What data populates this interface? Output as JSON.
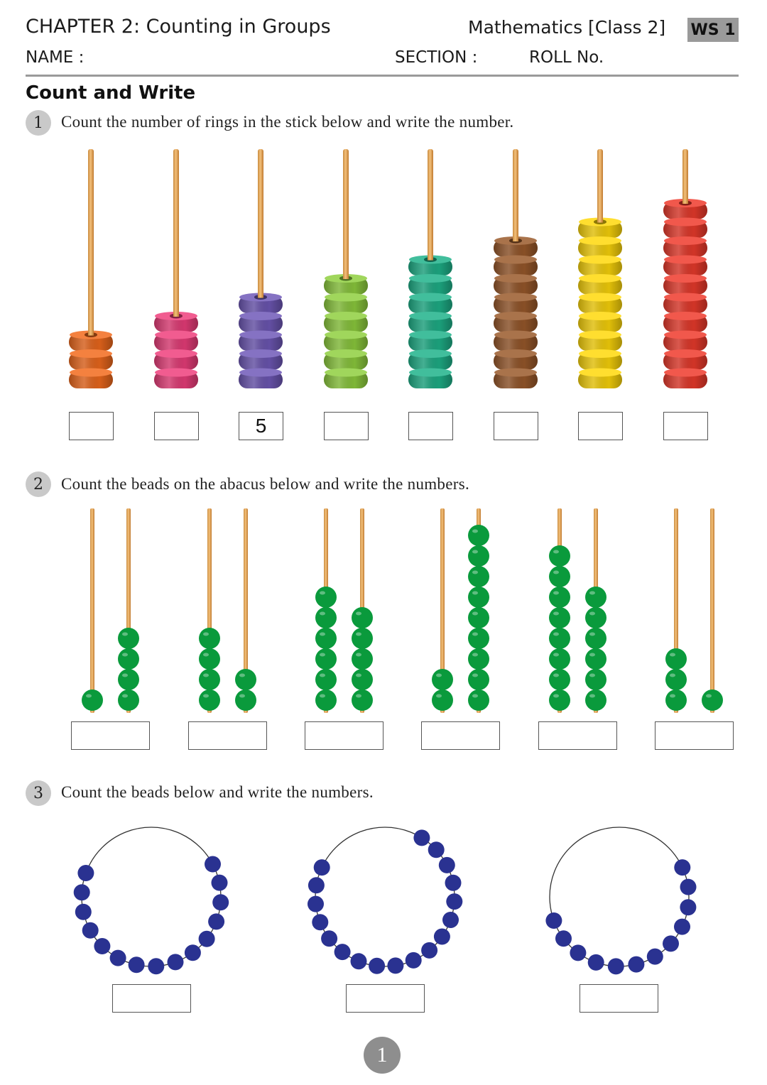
{
  "header": {
    "chapter": "CHAPTER 2: Counting in Groups",
    "subject": "Mathematics  [Class 2]",
    "worksheet": "WS 1",
    "name_label": "NAME :",
    "section_label": "SECTION :",
    "roll_label": "ROLL No."
  },
  "section_title": "Count and Write",
  "q1": {
    "number": "1",
    "text": "Count the number of rings in the stick below and write the number.",
    "ring_colors": [
      "#f26b1d",
      "#ee3f7c",
      "#6f59b8",
      "#8fcf3f",
      "#1fb38b",
      "#9a5a2b",
      "#ffd80a",
      "#ee3b2c"
    ],
    "ring_counts": [
      3,
      4,
      5,
      6,
      7,
      8,
      9,
      10
    ],
    "answers": [
      "",
      "",
      "5",
      "",
      "",
      "",
      "",
      ""
    ]
  },
  "q2": {
    "number": "2",
    "text": "Count the beads on the abacus below and write the numbers.",
    "bead_color": "#0a9a3c",
    "abacuses": [
      {
        "tens": 1,
        "ones": 4
      },
      {
        "tens": 4,
        "ones": 2
      },
      {
        "tens": 6,
        "ones": 5
      },
      {
        "tens": 2,
        "ones": 9
      },
      {
        "tens": 8,
        "ones": 6
      },
      {
        "tens": 3,
        "ones": 1
      }
    ],
    "answers": [
      "",
      "",
      "",
      "",
      "",
      ""
    ]
  },
  "q3": {
    "number": "3",
    "text": "Count the beads below and write the numbers.",
    "bead_color": "#2a3291",
    "strings": [
      {
        "beads": 15
      },
      {
        "beads": 18
      },
      {
        "beads": 12
      }
    ],
    "answers": [
      "",
      "",
      ""
    ]
  },
  "page_number": "1"
}
